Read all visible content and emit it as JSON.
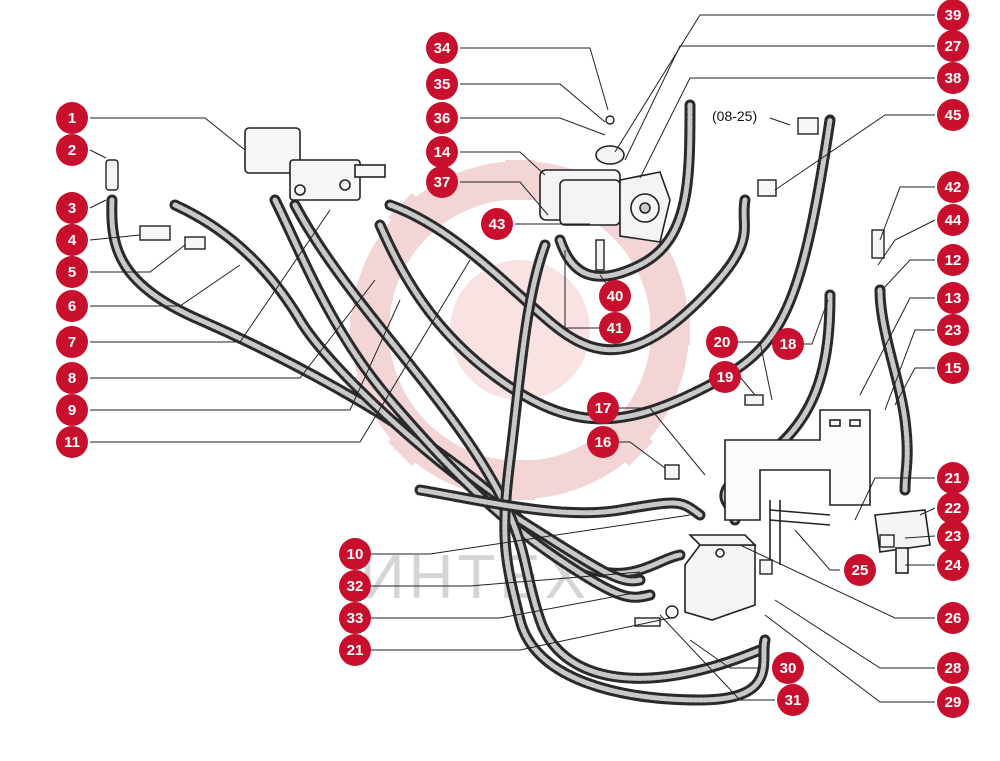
{
  "colors": {
    "callout": "#c8102e",
    "leader": "#222222",
    "hose": "#2a2a2a",
    "hose_core": "#c9c9c9",
    "watermark": "#e8b8b8"
  },
  "watermark": {
    "text": "ИНТЕХ"
  },
  "note": {
    "text": "(08-25)"
  },
  "callouts": [
    {
      "id": "c1",
      "label": "1",
      "icon": "callout-circle"
    },
    {
      "id": "c2",
      "label": "2"
    },
    {
      "id": "c3",
      "label": "3"
    },
    {
      "id": "c4",
      "label": "4"
    },
    {
      "id": "c5",
      "label": "5"
    },
    {
      "id": "c6",
      "label": "6"
    },
    {
      "id": "c7",
      "label": "7"
    },
    {
      "id": "c8",
      "label": "8"
    },
    {
      "id": "c9",
      "label": "9"
    },
    {
      "id": "c11",
      "label": "11"
    },
    {
      "id": "c34",
      "label": "34"
    },
    {
      "id": "c35",
      "label": "35"
    },
    {
      "id": "c36",
      "label": "36"
    },
    {
      "id": "c14",
      "label": "14"
    },
    {
      "id": "c37",
      "label": "37"
    },
    {
      "id": "c43",
      "label": "43"
    },
    {
      "id": "c40",
      "label": "40"
    },
    {
      "id": "c41",
      "label": "41"
    },
    {
      "id": "c39",
      "label": "39"
    },
    {
      "id": "c27",
      "label": "27"
    },
    {
      "id": "c38",
      "label": "38"
    },
    {
      "id": "c45",
      "label": "45"
    },
    {
      "id": "c42",
      "label": "42"
    },
    {
      "id": "c44",
      "label": "44"
    },
    {
      "id": "c12",
      "label": "12"
    },
    {
      "id": "c13",
      "label": "13"
    },
    {
      "id": "c23a",
      "label": "23"
    },
    {
      "id": "c15",
      "label": "15"
    },
    {
      "id": "c18",
      "label": "18"
    },
    {
      "id": "c20",
      "label": "20"
    },
    {
      "id": "c19",
      "label": "19"
    },
    {
      "id": "c17",
      "label": "17"
    },
    {
      "id": "c16",
      "label": "16"
    },
    {
      "id": "c21a",
      "label": "21"
    },
    {
      "id": "c22",
      "label": "22"
    },
    {
      "id": "c23b",
      "label": "23"
    },
    {
      "id": "c24",
      "label": "24"
    },
    {
      "id": "c25",
      "label": "25"
    },
    {
      "id": "c26",
      "label": "26"
    },
    {
      "id": "c10",
      "label": "10"
    },
    {
      "id": "c32",
      "label": "32"
    },
    {
      "id": "c33",
      "label": "33"
    },
    {
      "id": "c21b",
      "label": "21"
    },
    {
      "id": "c30",
      "label": "30"
    },
    {
      "id": "c31",
      "label": "31"
    },
    {
      "id": "c28",
      "label": "28"
    },
    {
      "id": "c29",
      "label": "29"
    }
  ]
}
